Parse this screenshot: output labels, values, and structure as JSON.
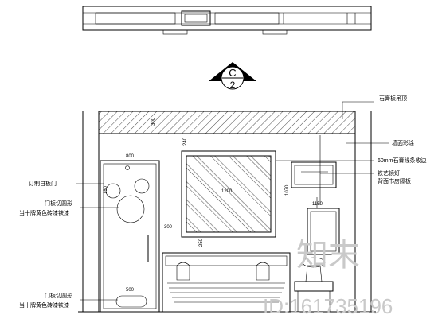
{
  "section_marker": {
    "label": "C",
    "number": "2"
  },
  "dimensions": {
    "ceiling_height": "300",
    "panel_gap": "240",
    "door_width": "800",
    "painting_width": "1200",
    "painting_offset": "300",
    "painting_bottom": "250",
    "panel_height": "1070",
    "panel_small": "1150",
    "lamp_width": "500",
    "circle_label": "150"
  },
  "annotations": {
    "right": {
      "ceiling_note": "石膏板吊顶",
      "wall_paint": "墙面彩涂",
      "molding": "60mm石膏线条收边",
      "lamp_1": "铁艺镜灯",
      "lamp_2": "背面书房隔板"
    },
    "left": {
      "door": "订制自板门",
      "circle_1": "门板切圆形",
      "circle_2": "当十牌黄色砖漆铁漆",
      "lamp_1": "门板切圆形",
      "lamp_2": "当十牌黄色砖漆铁漆"
    }
  },
  "watermark": {
    "brand": "知末",
    "id": "ID:161735196"
  }
}
